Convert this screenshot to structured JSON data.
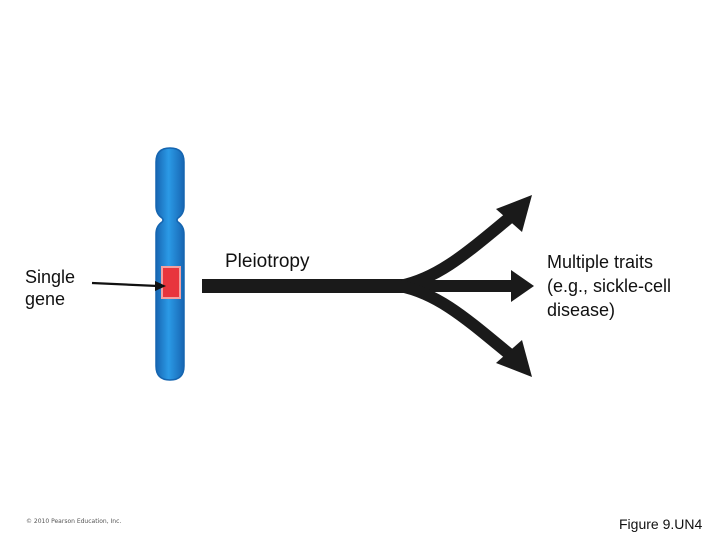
{
  "labels": {
    "single_gene": [
      "Single",
      "gene"
    ],
    "pleiotropy": "Pleiotropy",
    "multiple_traits": [
      "Multiple traits",
      "(e.g., sickle-cell",
      "disease)"
    ],
    "copyright": "© 2010 Pearson Education, Inc.",
    "figure": "Figure 9.UN4"
  },
  "colors": {
    "chromosome": "#1f86d6",
    "chromosome_edge": "#1565b0",
    "gene_fill": "#e8353d",
    "gene_border": "#f4a0a0",
    "arrow": "#1a1a1a"
  }
}
